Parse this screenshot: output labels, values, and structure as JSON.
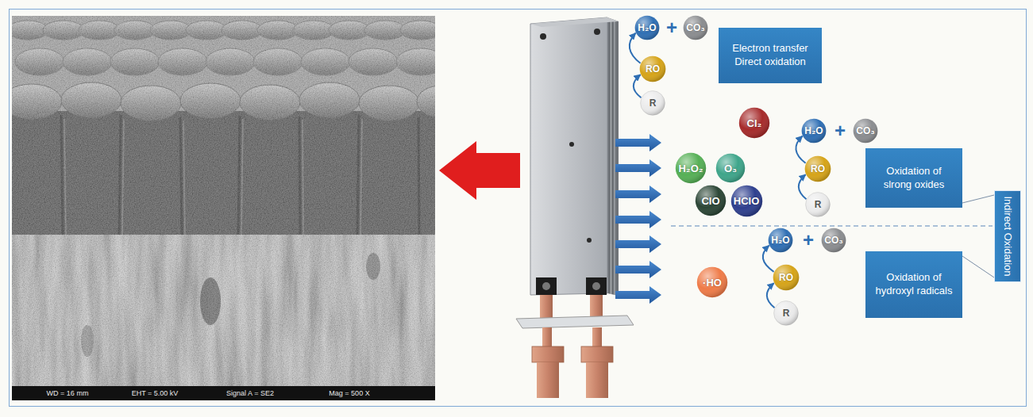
{
  "diagram": {
    "nodes": [
      {
        "text": [
          "H₂O"
        ]
      },
      {
        "text": [
          "CO₃"
        ]
      },
      {
        "text": [
          "RO"
        ]
      },
      {
        "text": [
          "R"
        ]
      },
      {
        "text": [
          "Electron transfer Direct oxidation"
        ]
      },
      {
        "text": [
          "Cl₂"
        ]
      },
      {
        "text": [
          "H₂O₂"
        ]
      },
      {
        "text": [
          "O₃"
        ]
      },
      {
        "text": [
          "ClO"
        ]
      },
      {
        "text": [
          "HClO"
        ]
      },
      {
        "text": [
          "H₂O"
        ]
      },
      {
        "text": [
          "CO₃"
        ]
      },
      {
        "text": [
          "RO"
        ]
      },
      {
        "text": [
          "R"
        ]
      },
      {
        "text": [
          "Oxidation of slrong oxides"
        ]
      },
      {
        "text": [
          "Indirect Oxidation"
        ]
      },
      {
        "text": [
          "·HO"
        ]
      },
      {
        "text": [
          "H₂O"
        ]
      },
      {
        "text": [
          "CO₃"
        ]
      },
      {
        "text": [
          "RO"
        ]
      },
      {
        "text": [
          "R"
        ]
      },
      {
        "text": [
          "Oxidation of hydroxyl radicals"
        ]
      }
    ],
    "edges": [
      {
        "from": 3,
        "to": 2,
        "arrow": "to"
      },
      {
        "from": 2,
        "to": 0,
        "arrow": "to"
      },
      {
        "from": 13,
        "to": 12,
        "arrow": "to"
      },
      {
        "from": 12,
        "to": 10,
        "arrow": "to"
      },
      {
        "from": 20,
        "to": 19,
        "arrow": "to"
      },
      {
        "from": 19,
        "to": 17,
        "arrow": "to"
      },
      {
        "from": 14,
        "to": 15,
        "arrow": "none"
      },
      {
        "from": 21,
        "to": 15,
        "arrow": "none"
      }
    ],
    "labels": [
      "+",
      "+",
      "+",
      "WD = 16 mm",
      "EHT = 5.00 kV",
      "Signal A = SE2",
      "Mag = 500 X"
    ]
  }
}
